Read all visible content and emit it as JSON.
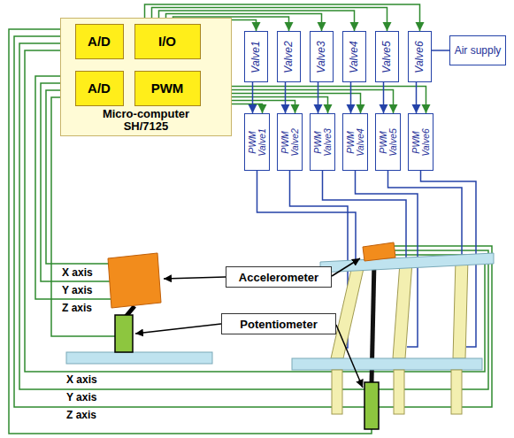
{
  "diagram": {
    "nodes": [
      {
        "text": [
          "Micro-computer SH/7125"
        ]
      },
      {
        "text": [
          "A/D"
        ],
        "in": 0
      },
      {
        "text": [
          "I/O"
        ],
        "in": 0
      },
      {
        "text": [
          "A/D"
        ],
        "in": 0
      },
      {
        "text": [
          "PWM"
        ],
        "in": 0
      },
      {
        "text": [
          "Valve1"
        ]
      },
      {
        "text": [
          "Valve2"
        ]
      },
      {
        "text": [
          "Valve3"
        ]
      },
      {
        "text": [
          "Valve4"
        ]
      },
      {
        "text": [
          "Valve5"
        ]
      },
      {
        "text": [
          "Valve6"
        ]
      },
      {
        "text": [
          "Air supply"
        ]
      },
      {
        "text": [
          "PWM Valve1"
        ]
      },
      {
        "text": [
          "PWM Valve2"
        ]
      },
      {
        "text": [
          "PWM Valve3"
        ]
      },
      {
        "text": [
          "PWM Valve4"
        ]
      },
      {
        "text": [
          "PWM Valve5"
        ]
      },
      {
        "text": [
          "PWM Valve6"
        ]
      },
      {
        "text": [
          "Accelerometer"
        ]
      },
      {
        "text": [
          "Potentiometer"
        ]
      }
    ],
    "edges": [
      {
        "from": 2,
        "to": 5,
        "arrow": "to"
      },
      {
        "from": 2,
        "to": 6,
        "arrow": "to"
      },
      {
        "from": 2,
        "to": 7,
        "arrow": "to"
      },
      {
        "from": 2,
        "to": 8,
        "arrow": "to"
      },
      {
        "from": 2,
        "to": 9,
        "arrow": "to"
      },
      {
        "from": 2,
        "to": 10,
        "arrow": "to"
      },
      {
        "from": 11,
        "to": 10,
        "arrow": "none"
      },
      {
        "from": 4,
        "to": 12,
        "arrow": "to"
      },
      {
        "from": 4,
        "to": 13,
        "arrow": "to"
      },
      {
        "from": 4,
        "to": 14,
        "arrow": "to"
      },
      {
        "from": 4,
        "to": 15,
        "arrow": "to"
      },
      {
        "from": 4,
        "to": 16,
        "arrow": "to"
      },
      {
        "from": 4,
        "to": 17,
        "arrow": "to"
      },
      {
        "from": 5,
        "to": 12,
        "arrow": "to"
      },
      {
        "from": 6,
        "to": 13,
        "arrow": "to"
      },
      {
        "from": 7,
        "to": 14,
        "arrow": "to"
      },
      {
        "from": 8,
        "to": 15,
        "arrow": "to"
      },
      {
        "from": 9,
        "to": 16,
        "arrow": "to"
      },
      {
        "from": 10,
        "to": 17,
        "arrow": "to"
      }
    ],
    "labels": [
      "X axis",
      "Y axis",
      "Z axis",
      "X axis",
      "Y axis",
      "Z axis"
    ]
  }
}
